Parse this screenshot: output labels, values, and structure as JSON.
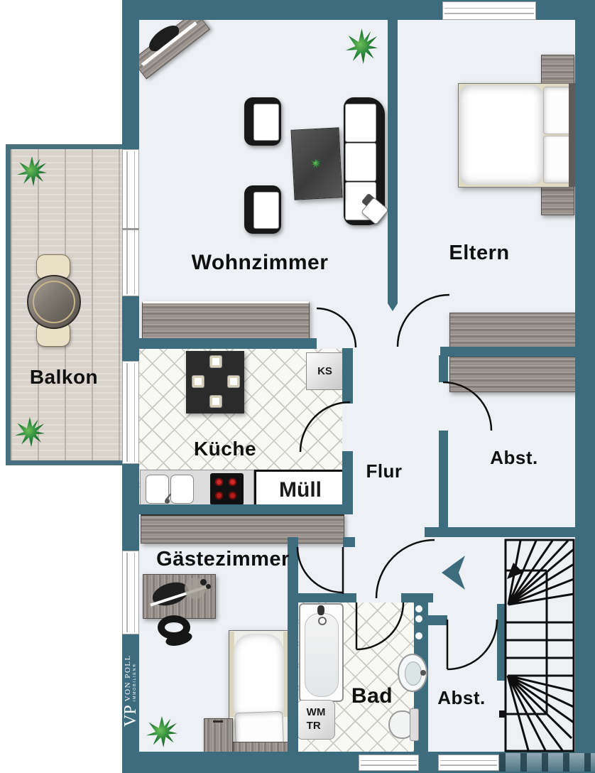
{
  "plan": {
    "rooms": {
      "wohnzimmer": {
        "label": "Wohnzimmer"
      },
      "eltern": {
        "label": "Eltern"
      },
      "balkon": {
        "label": "Balkon"
      },
      "kueche": {
        "label": "Küche"
      },
      "flur": {
        "label": "Flur"
      },
      "abstellraum_oben": {
        "label": "Abst."
      },
      "gaestezimmer": {
        "label": "Gästezimmer"
      },
      "bad": {
        "label": "Bad"
      },
      "abstellraum_unten": {
        "label": "Abst."
      }
    },
    "appliances": {
      "kuehlschrank": "KS",
      "muell": "Müll",
      "waschmaschine": "WM",
      "trockner": "TR"
    },
    "logo": {
      "monogram": "VP",
      "line1": "VON POLL",
      "line2": "IMMOBILIEN®"
    },
    "colors": {
      "wall": "#3E6C7F",
      "floor": "#EDF0F4",
      "outside": "#FFFFFF",
      "tile_line": "#C9C9C1",
      "wood": "#9A938D",
      "accent_black": "#181818"
    }
  }
}
